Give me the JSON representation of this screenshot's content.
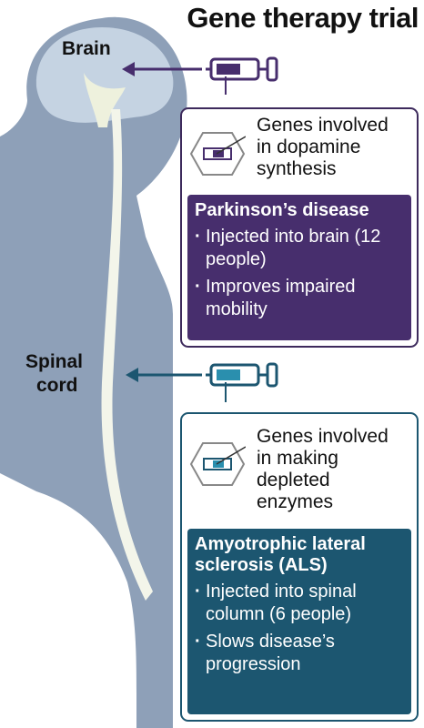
{
  "title": "Gene therapy trial",
  "labels": {
    "brain": "Brain",
    "spinal_cord_line1": "Spinal",
    "spinal_cord_line2": "cord"
  },
  "parkinson": {
    "gene_lines": [
      "Genes involved",
      "in dopamine",
      "synthesis"
    ],
    "disease": "Parkinson’s disease",
    "items": [
      "Injected into brain (12 people)",
      "Improves impaired mobility"
    ],
    "accent": "#472e6d"
  },
  "als": {
    "gene_lines": [
      "Genes involved",
      "in making",
      "depleted",
      "enzymes"
    ],
    "disease": "Amyotrophic lateral sclerosis (ALS)",
    "items": [
      "Injected into spinal column (6 people)",
      "Slows disease’s progression"
    ],
    "accent": "#1c5670"
  },
  "colors": {
    "body": "#8ea0b8",
    "brain": "#c5d3e2",
    "spine": "#f3f5ea"
  }
}
